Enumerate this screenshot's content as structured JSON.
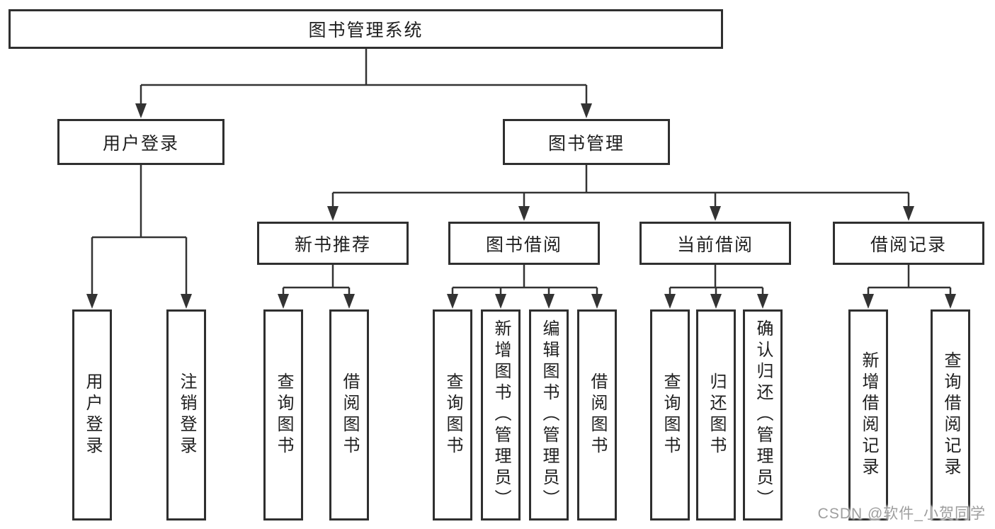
{
  "tree": {
    "label": "图书管理系统",
    "children": [
      {
        "label": "用户登录",
        "children": [
          {
            "label": "用户登录"
          },
          {
            "label": "注销登录"
          }
        ]
      },
      {
        "label": "图书管理",
        "children": [
          {
            "label": "新书推荐",
            "children": [
              {
                "label": "查询图书"
              },
              {
                "label": "借阅图书"
              }
            ]
          },
          {
            "label": "图书借阅",
            "children": [
              {
                "label": "查询图书"
              },
              {
                "label": "新增图书（管理员）"
              },
              {
                "label": "编辑图书（管理员）"
              },
              {
                "label": "借阅图书"
              }
            ]
          },
          {
            "label": "当前借阅",
            "children": [
              {
                "label": "查询图书"
              },
              {
                "label": "归还图书"
              },
              {
                "label": "确认归还（管理员）"
              }
            ]
          },
          {
            "label": "借阅记录",
            "children": [
              {
                "label": "新增借阅记录"
              },
              {
                "label": "查询借阅记录"
              }
            ]
          }
        ]
      }
    ]
  },
  "watermark": {
    "text": "CSDN @软件_小贺同学"
  },
  "colors": {
    "line": "#333333",
    "box_border": "#2f2f2f",
    "text": "#1f1f1f",
    "watermark": "#9e9e9e",
    "background": "#ffffff"
  }
}
